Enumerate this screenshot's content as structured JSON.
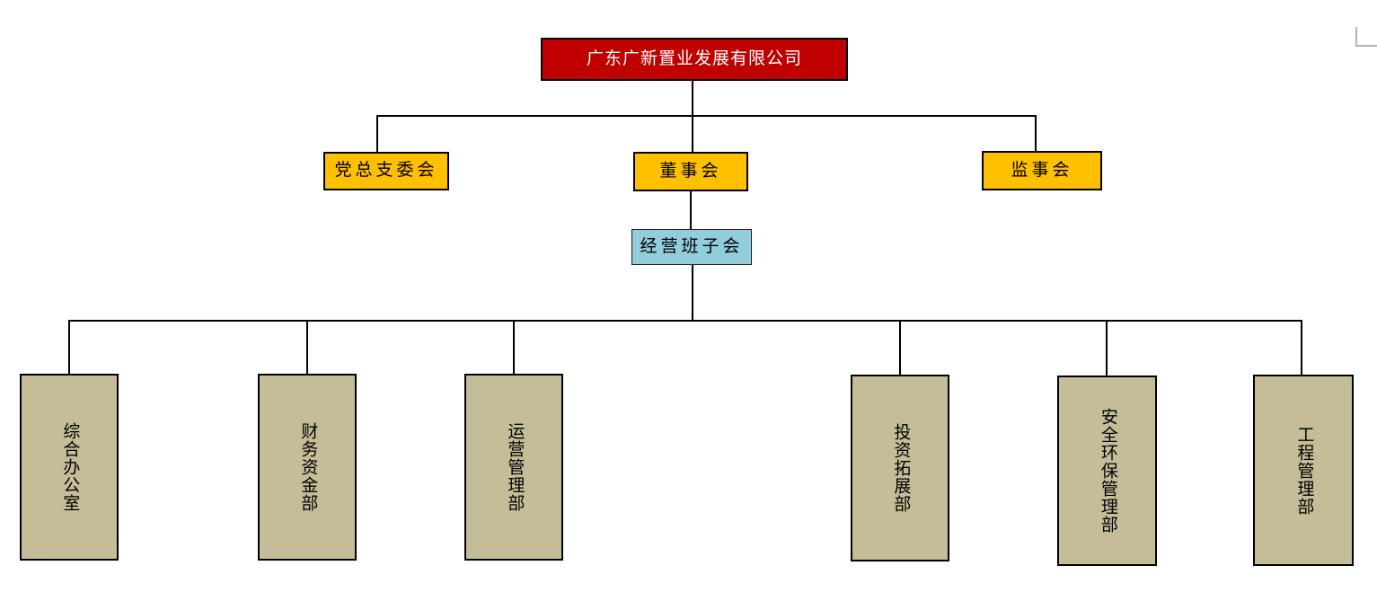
{
  "page": {
    "background": "#FFFFFF",
    "corner_mark_color": "#B3B3B3"
  },
  "org_chart": {
    "type": "org-chart",
    "root": {
      "label": "广东广新置业发展有限公司",
      "fill": "#C00000",
      "text_color": "#FFFFFF"
    },
    "committees": [
      {
        "label": "党总支委会",
        "fill": "#FFC000"
      },
      {
        "label": "董事会",
        "fill": "#FFC000"
      },
      {
        "label": "监事会",
        "fill": "#FFC000"
      }
    ],
    "management": {
      "label": "经营班子会",
      "fill": "#92CDDC"
    },
    "departments": [
      {
        "label": "综合办公室",
        "fill": "#C4BD97"
      },
      {
        "label": "财务资金部",
        "fill": "#C4BD97"
      },
      {
        "label": "运营管理部",
        "fill": "#C4BD97"
      },
      {
        "label": "投资拓展部",
        "fill": "#C4BD97"
      },
      {
        "label": "安全环保管理部",
        "fill": "#C4BD97"
      },
      {
        "label": "工程管理部",
        "fill": "#C4BD97"
      }
    ],
    "edges": [
      {
        "from": "广东广新置业发展有限公司",
        "to": "党总支委会"
      },
      {
        "from": "广东广新置业发展有限公司",
        "to": "董事会"
      },
      {
        "from": "广东广新置业发展有限公司",
        "to": "监事会"
      },
      {
        "from": "董事会",
        "to": "经营班子会"
      },
      {
        "from": "经营班子会",
        "to": "综合办公室"
      },
      {
        "from": "经营班子会",
        "to": "财务资金部"
      },
      {
        "from": "经营班子会",
        "to": "运营管理部"
      },
      {
        "from": "经营班子会",
        "to": "投资拓展部"
      },
      {
        "from": "经营班子会",
        "to": "安全环保管理部"
      },
      {
        "from": "经营班子会",
        "to": "工程管理部"
      }
    ],
    "line_color": "#000000",
    "border_color": "#000000"
  }
}
